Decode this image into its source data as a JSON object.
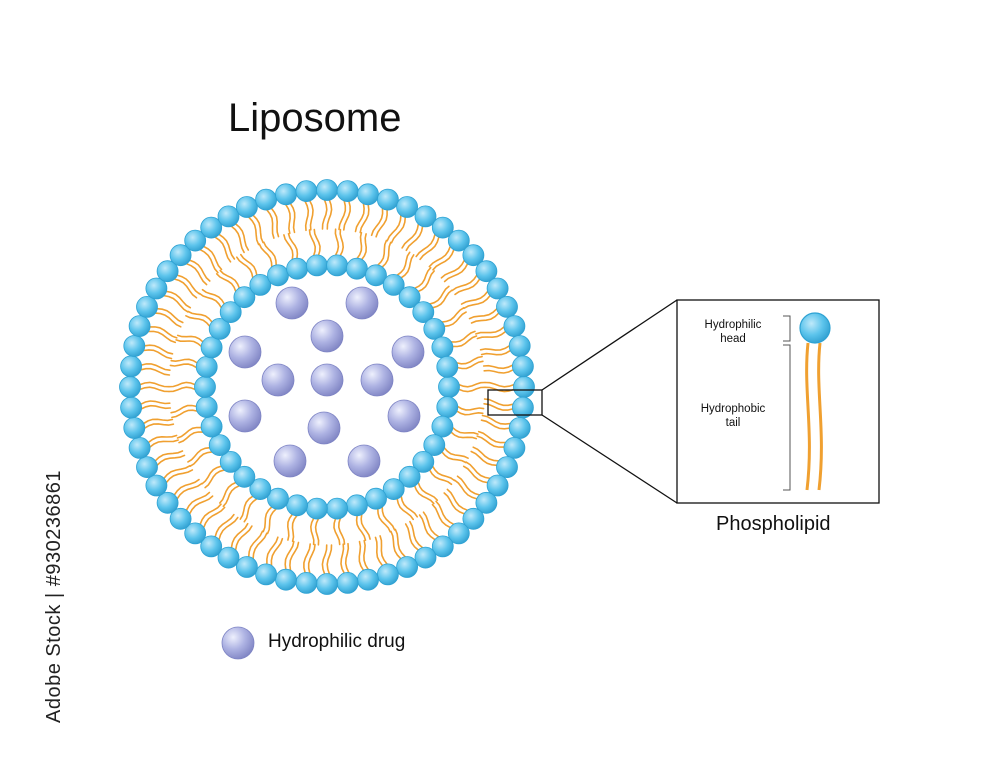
{
  "title": "Liposome",
  "legend": {
    "label": "Hydrophilic drug"
  },
  "zoom": {
    "caption": "Phospholipid",
    "head_label_line1": "Hydrophilic",
    "head_label_line2": "head",
    "tail_label_line1": "Hydrophobic",
    "tail_label_line2": "tail"
  },
  "watermark": "Adobe Stock | #930236861",
  "colors": {
    "head": "#5bc3ea",
    "head_edge": "#2ea2d3",
    "tail": "#f0a030",
    "drug": "#a9aee0",
    "drug_edge": "#7e84c4"
  }
}
